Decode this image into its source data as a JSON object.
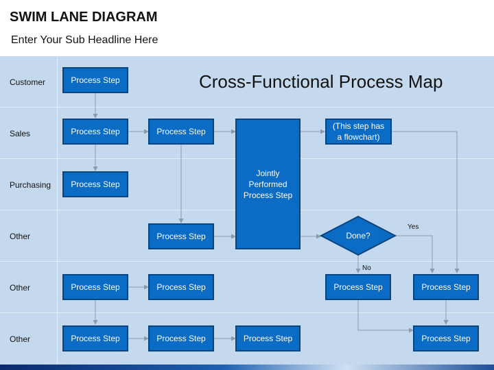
{
  "header": {
    "title": "SWIM LANE DIAGRAM",
    "subtitle": "Enter Your Sub Headline Here"
  },
  "diagram": {
    "map_title": "Cross-Functional Process Map",
    "lanes": [
      "Customer",
      "Sales",
      "Purchasing",
      "Other",
      "Other",
      "Other"
    ],
    "steps": {
      "customer_1": "Process Step",
      "sales_1": "Process Step",
      "sales_2": "Process Step",
      "purchasing_1": "Process Step",
      "other1_1": "Process Step",
      "jointly": "Jointly\nPerformed\nProcess Step",
      "flowchart_step": "(This step has\na flowchart)",
      "other2_1": "Process Step",
      "other2_2": "Process Step",
      "other2_3": "Process Step",
      "other2_4": "Process Step",
      "other3_1": "Process Step",
      "other3_2": "Process Step",
      "other3_3": "Process Step",
      "other3_4": "Process Step"
    },
    "decision": "Done?",
    "yes_label": "Yes",
    "no_label": "No"
  },
  "colors": {
    "lane_background": "#c5d9ee",
    "step_fill": "#0a6cc4",
    "step_border": "#08447e",
    "connector": "#8a9aab"
  }
}
